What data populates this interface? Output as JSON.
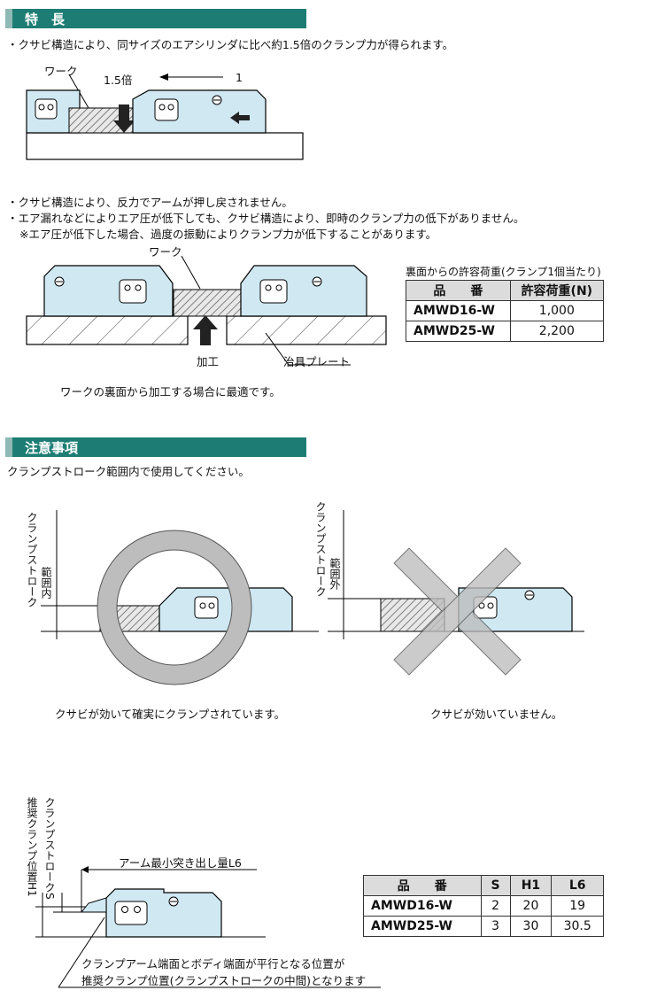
{
  "section1": {
    "title": "特　長"
  },
  "feature1": "・クサビ構造により、同サイズのエアシリンダに比べ約1.5倍のクランプ力が得られます。",
  "fig1": {
    "work": "ワーク",
    "ratio_a": "1.5倍",
    "ratio_b": "1"
  },
  "feature2": "・クサビ構造により、反力でアームが押し戻されません。",
  "feature3": "・エア漏れなどによりエア圧が低下しても、クサビ構造により、即時のクランプ力の低下がありません。",
  "feature4": "※エア圧が低下した場合、過度の振動によりクランプ力が低下することがあります。",
  "fig2": {
    "work": "ワーク",
    "machining": "加工",
    "plate": "治具プレート",
    "caption": "ワークの裏面から加工する場合に最適です。"
  },
  "load_table": {
    "title": "裏面からの許容荷重(クランプ1個当たり)",
    "headers": [
      "品　　番",
      "許容荷重(N)"
    ],
    "rows": [
      [
        "AMWD16-W",
        "1,000"
      ],
      [
        "AMWD25-W",
        "2,200"
      ]
    ]
  },
  "section2": {
    "title": "注意事項"
  },
  "notice": "クランプストローク範囲内で使用してください。",
  "fig3": {
    "left_label_1": "クランプストローク",
    "left_label_2": "範囲内",
    "left_caption": "クサビが効いて確実にクランプされています。",
    "right_label_1": "クランプストローク",
    "right_label_2": "範囲外",
    "right_caption": "クサビが効いていません。"
  },
  "fig4": {
    "v1": "推奨クランプ位置H1",
    "v2": "クランプストロークS",
    "arm": "アーム最小突き出し量L6",
    "note1": "クランプアーム端面とボディ端面が平行となる位置が",
    "note2": "推奨クランプ位置(クランプストロークの中間)となります"
  },
  "dim_table": {
    "headers": [
      "品　　番",
      "S",
      "H1",
      "L6"
    ],
    "rows": [
      [
        "AMWD16-W",
        "2",
        "20",
        "19"
      ],
      [
        "AMWD25-W",
        "3",
        "30",
        "30.5"
      ]
    ]
  },
  "colors": {
    "section_bar": "#1d7d74",
    "body": "#cfe8f2",
    "work_hatch": "#777777",
    "ok_ring": "#bdbdbd"
  }
}
